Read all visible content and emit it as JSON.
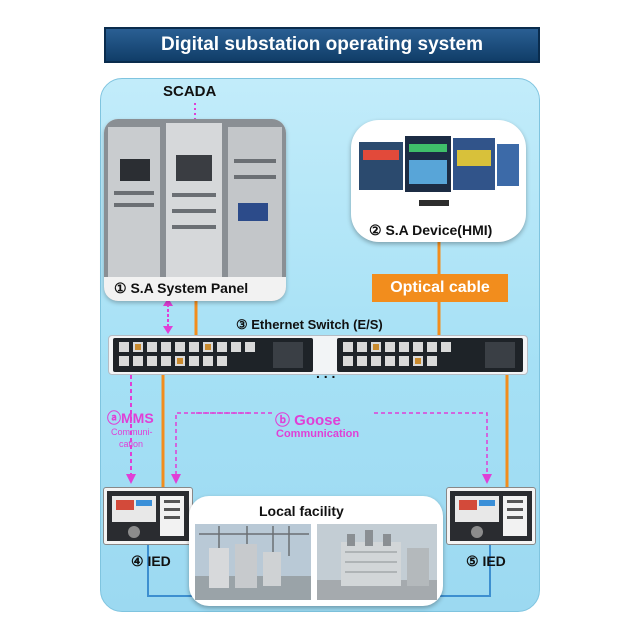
{
  "title": "Digital substation operating system",
  "scada": "SCADA",
  "panel": {
    "label": "① S.A System Panel"
  },
  "hmi": {
    "label": "② S.A Device(HMI)"
  },
  "optical": {
    "label": "Optical cable"
  },
  "switch": {
    "label": "③ Ethernet Switch (E/S)",
    "ellipsis": ". . ."
  },
  "mms": {
    "title": "ⓐMMS",
    "sub1": "Communi-",
    "sub2": "cation"
  },
  "goose": {
    "title": "ⓑ Goose",
    "sub": "Communication"
  },
  "ied_left": {
    "label": "④ IED"
  },
  "ied_right": {
    "label": "⑤ IED"
  },
  "local": {
    "label": "Local facility"
  },
  "colors": {
    "accent_orange": "#f28d1d",
    "accent_magenta": "#e03fd6",
    "panel_blue": "#a8e2f6",
    "title_blue": "#1f4f80"
  }
}
